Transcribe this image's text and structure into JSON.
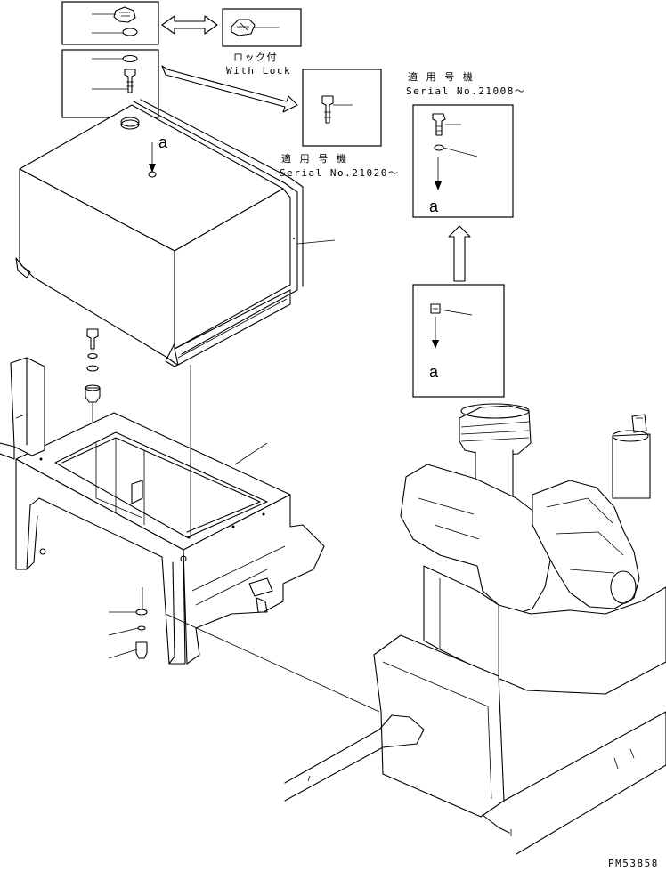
{
  "labels": {
    "with_lock_jp": "ロック付",
    "with_lock_en": "With Lock",
    "applicable_serial_jp": "適 用 号 機",
    "serial_21020": "Serial No.21020～",
    "serial_21008": "Serial No.21008～",
    "view_mark": "a",
    "drawing_number": "PM53858"
  }
}
